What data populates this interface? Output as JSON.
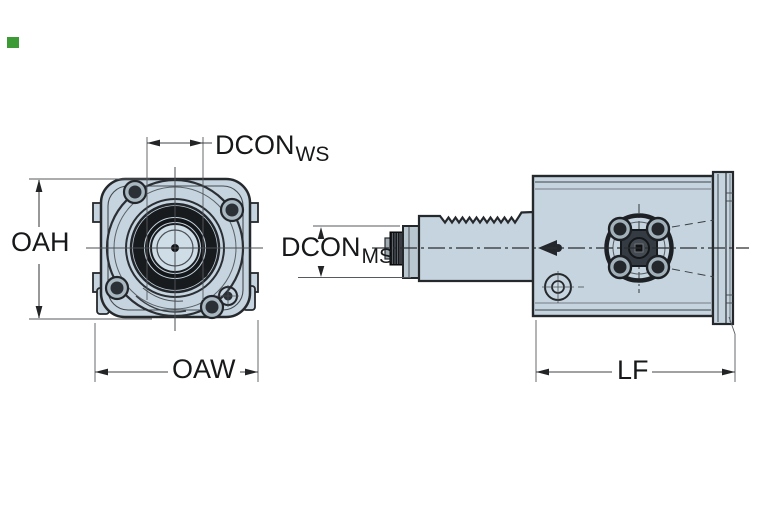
{
  "brand_marker": {
    "color": "#3c9b35"
  },
  "dimension_labels": {
    "dcon_ws": {
      "main": "DCON",
      "sub": "WS"
    },
    "oah": {
      "main": "OAH"
    },
    "oaw": {
      "main": "OAW"
    },
    "dcon_ms": {
      "main": "DCON",
      "sub": "MS"
    },
    "lf": {
      "main": "LF"
    }
  },
  "colors": {
    "background": "#ffffff",
    "part_fill": "#c5d4df",
    "part_fill_light": "#cfdde6",
    "collar_fill": "#b9c7d0",
    "knurl_dark": "#17191c",
    "outline": "#26292c",
    "dark_detail": "#1d2125",
    "dimension_line": "#3f4347",
    "text": "#16181a",
    "marker_green": "#3c9b35"
  }
}
